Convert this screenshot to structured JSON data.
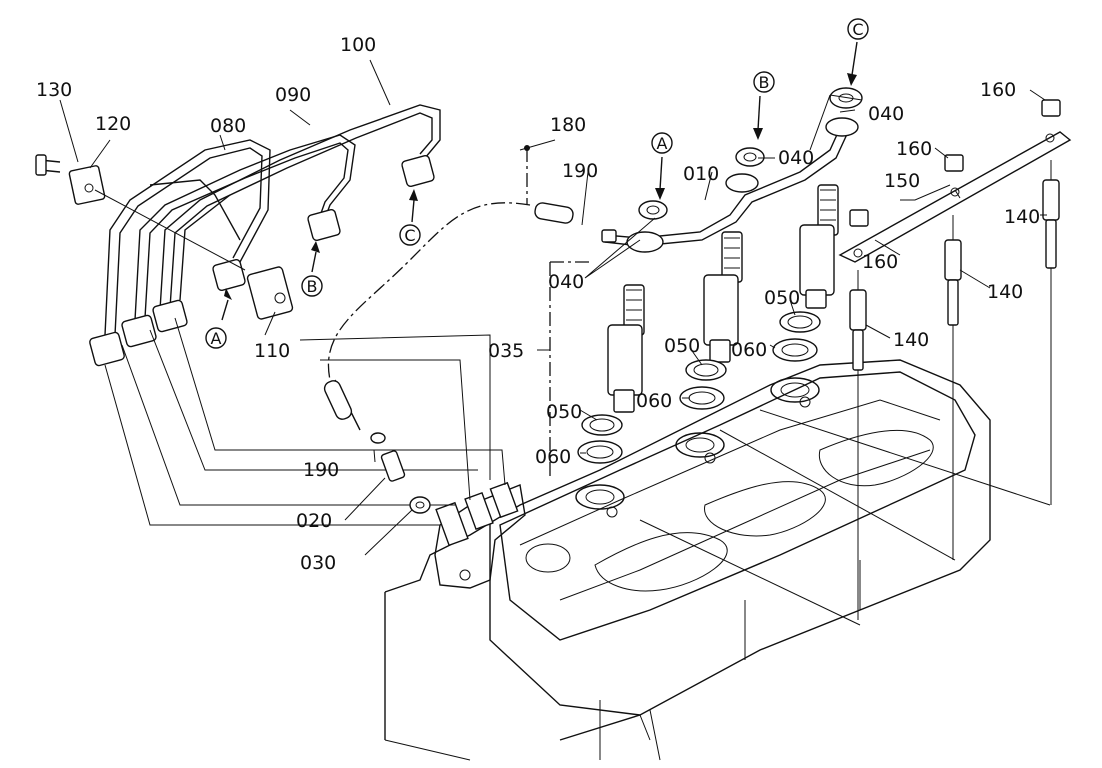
{
  "part_labels": {
    "p130": "130",
    "p120": "120",
    "p080": "080",
    "p090": "090",
    "p100": "100",
    "p110": "110",
    "p180": "180",
    "p190_top": "190",
    "p190_low": "190",
    "p010": "010",
    "p040_a": "040",
    "p040_b": "040",
    "p040_c": "040",
    "p035": "035",
    "p050_a": "050",
    "p050_b": "050",
    "p050_c": "050",
    "p060_a": "060",
    "p060_b": "060",
    "p060_c": "060",
    "p020": "020",
    "p030": "030",
    "p150": "150",
    "p160_a": "160",
    "p160_b": "160",
    "p160_c": "160",
    "p140_a": "140",
    "p140_b": "140",
    "p140_c": "140"
  },
  "connection_markers": {
    "a_left": "A",
    "b_left": "B",
    "c_left": "C",
    "a_right": "A",
    "b_right": "B",
    "c_right": "C"
  }
}
